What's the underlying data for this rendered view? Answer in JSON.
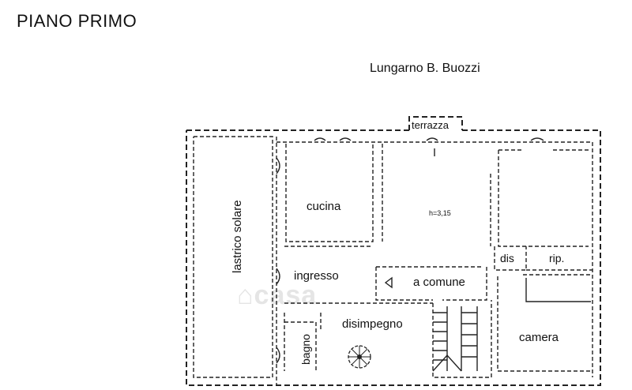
{
  "header": {
    "floor_title": "PIANO PRIMO",
    "street": "Lungarno B. Buozzi"
  },
  "rooms": {
    "terrazza": "terrazza",
    "lastrico_solare": "lastrico solare",
    "cucina": "cucina",
    "height_note": "h=3,15",
    "ingresso": "ingresso",
    "dis": "dis",
    "rip": "rip.",
    "a_comune": "a comune",
    "disimpegno": "disimpegno",
    "bagno": "bagno",
    "camera": "camera"
  },
  "watermark": "casa"
}
